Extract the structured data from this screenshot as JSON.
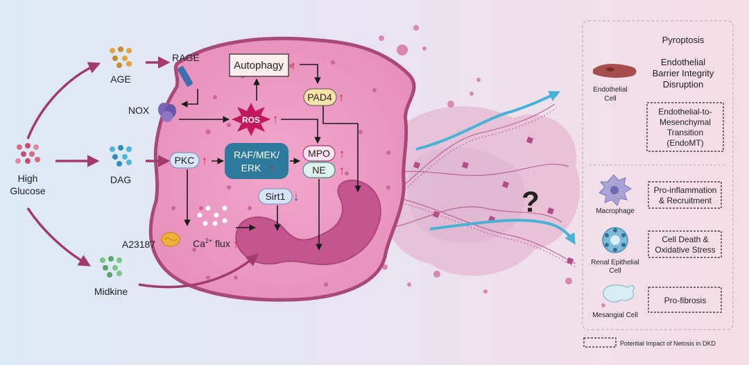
{
  "inputs": {
    "high_glucose": [
      "High",
      "Glucose"
    ],
    "age": "AGE",
    "dag": "DAG",
    "midkine": "Midkine"
  },
  "pathway": {
    "rage": "RAGE",
    "nox": "NOX",
    "autophagy": "Autophagy",
    "pad4": "PAD4",
    "ros": "ROS",
    "pkc": "PKC",
    "raf_mek_erk": [
      "RAF/MEK/",
      "ERK"
    ],
    "mpo": "MPO",
    "ne": "NE",
    "sirt1": "Sirt1",
    "a23187": "A23187",
    "ca_flux": {
      "base": "Ca",
      "sup": "2+",
      "rest": " flux"
    }
  },
  "arrows": {
    "up": "↑",
    "down": "↓"
  },
  "netosis_mark": "?",
  "impacts": {
    "pyroptosis": "Pyroptosis",
    "endothelial_barrier": [
      "Endothelial",
      "Barrier Integrity",
      "Disruption"
    ],
    "endomt": [
      "Endothelial-to-",
      "Mesenchymal",
      "Transition",
      "(EndoMT)"
    ],
    "pro_inflammation": [
      "Pro-inflammation",
      "& Recruitment"
    ],
    "cell_death": [
      "Cell Death &",
      "Oxidative Stress"
    ],
    "pro_fibrosis": "Pro-fibrosis"
  },
  "cells": {
    "endothelial": [
      "Endothelial",
      "Cell"
    ],
    "macrophage": "Macrophage",
    "renal_epithelial": [
      "Renal Epithelial",
      "Cell"
    ],
    "mesangial": "Mesangial Cell"
  },
  "legend": {
    "label": "Potential Impact of Netosis in DKD"
  },
  "colors": {
    "up_arrow": "#d2232a",
    "down_arrow": "#2b5aa8",
    "ros": "#c2185b",
    "raf_box": "#2e7a9c",
    "curve_arrow": "#a33a6d",
    "cyan_arrow": "#45b3d6"
  }
}
